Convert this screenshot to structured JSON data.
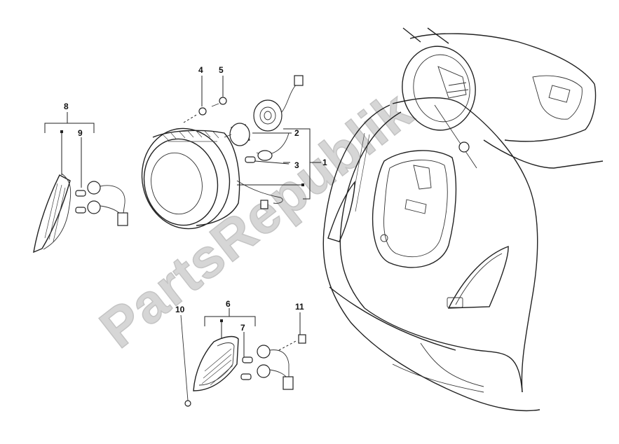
{
  "watermark": "PartsRepublik",
  "callouts": {
    "c1": "1",
    "c2": "2",
    "c3": "3",
    "c4": "4",
    "c5": "5",
    "c6": "6",
    "c7": "7",
    "c8": "8",
    "c9": "9",
    "c10": "10",
    "c11": "11"
  },
  "colors": {
    "line": "#222222",
    "background": "#ffffff",
    "watermark": "#d6d6d6"
  }
}
